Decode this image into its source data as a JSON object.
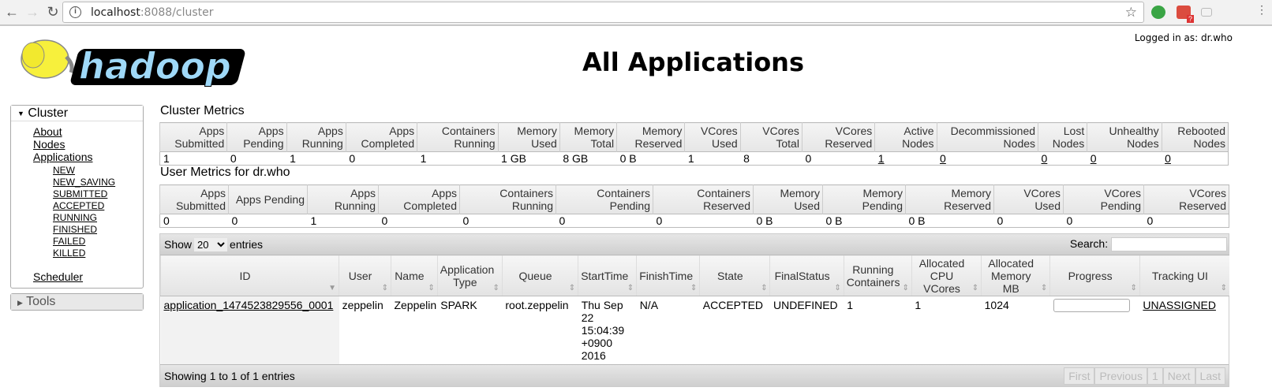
{
  "browser": {
    "url_host": "localhost",
    "url_path": ":8088/cluster",
    "ext_badge": "?"
  },
  "header": {
    "logo_text": "hadoop",
    "title": "All Applications",
    "logged_in": "Logged in as: dr.who"
  },
  "sidebar": {
    "cluster_label": "Cluster",
    "links": [
      "About",
      "Nodes",
      "Applications"
    ],
    "states": [
      "NEW",
      "NEW_SAVING",
      "SUBMITTED",
      "ACCEPTED",
      "RUNNING",
      "FINISHED",
      "FAILED",
      "KILLED"
    ],
    "scheduler": "Scheduler",
    "tools_label": "Tools"
  },
  "cluster_metrics": {
    "title": "Cluster Metrics",
    "headers": [
      "Apps Submitted",
      "Apps Pending",
      "Apps Running",
      "Apps Completed",
      "Containers Running",
      "Memory Used",
      "Memory Total",
      "Memory Reserved",
      "VCores Used",
      "VCores Total",
      "VCores Reserved",
      "Active Nodes",
      "Decommissioned Nodes",
      "Lost Nodes",
      "Unhealthy Nodes",
      "Rebooted Nodes"
    ],
    "values": [
      "1",
      "0",
      "1",
      "0",
      "1",
      "1 GB",
      "8 GB",
      "0 B",
      "1",
      "8",
      "0",
      "1",
      "0",
      "0",
      "0",
      "0"
    ],
    "links": [
      11,
      12,
      13,
      14,
      15
    ]
  },
  "user_metrics": {
    "title": "User Metrics for dr.who",
    "headers": [
      "Apps Submitted",
      "Apps Pending",
      "Apps Running",
      "Apps Completed",
      "Containers Running",
      "Containers Pending",
      "Containers Reserved",
      "Memory Used",
      "Memory Pending",
      "Memory Reserved",
      "VCores Used",
      "VCores Pending",
      "VCores Reserved"
    ],
    "values": [
      "0",
      "0",
      "1",
      "0",
      "0",
      "0",
      "0",
      "0 B",
      "0 B",
      "0 B",
      "0",
      "0",
      "0"
    ]
  },
  "apps": {
    "show_label": "Show",
    "page_size": "20",
    "entries_label": "entries",
    "search_label": "Search:",
    "search_value": "",
    "columns": [
      "ID",
      "User",
      "Name",
      "Application Type",
      "Queue",
      "StartTime",
      "FinishTime",
      "State",
      "FinalStatus",
      "Running Containers",
      "Allocated CPU VCores",
      "Allocated Memory MB",
      "Progress",
      "Tracking UI"
    ],
    "rows": [
      {
        "id": "application_1474523829556_0001",
        "user": "zeppelin",
        "name": "Zeppelin",
        "type": "SPARK",
        "queue": "root.zeppelin",
        "start": "Thu Sep 22 15:04:39 +0900 2016",
        "finish": "N/A",
        "state": "ACCEPTED",
        "final": "UNDEFINED",
        "containers": "1",
        "vcores": "1",
        "memory": "1024",
        "progress": 0,
        "tracking": "UNASSIGNED"
      }
    ],
    "footer_info": "Showing 1 to 1 of 1 entries",
    "pager": [
      "First",
      "Previous",
      "1",
      "Next",
      "Last"
    ]
  }
}
